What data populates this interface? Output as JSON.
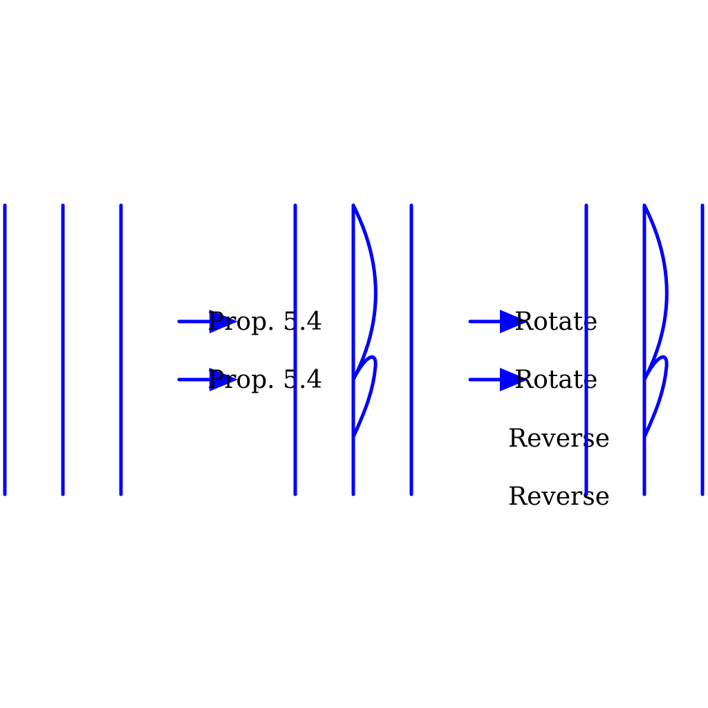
{
  "diagram": {
    "colors": {
      "strand": "#0000ff",
      "arrow": "#0000ff",
      "text": "#000000"
    },
    "steps": [
      {
        "labels": [
          "Prop. 5.4",
          "Prop. 5.4"
        ]
      },
      {
        "labels": [
          "Rotate",
          "Rotate",
          "Reverse",
          "Reverse"
        ]
      }
    ],
    "panels": [
      {
        "strands": 3,
        "has_loop": false
      },
      {
        "strands": 3,
        "has_loop": true
      },
      {
        "strands": 3,
        "has_loop": true
      }
    ]
  }
}
